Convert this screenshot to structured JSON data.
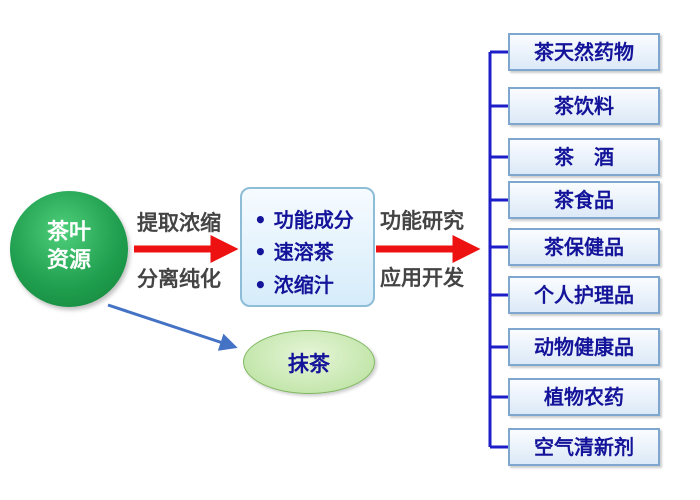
{
  "source": {
    "line1": "茶叶",
    "line2": "资源"
  },
  "process_labels": {
    "top": "提取浓缩",
    "bottom": "分离纯化"
  },
  "components": [
    "• 功能成分",
    "• 速溶茶",
    "• 浓缩汁"
  ],
  "research_labels": {
    "top": "功能研究",
    "bottom": "应用开发"
  },
  "matcha": "抹茶",
  "products": [
    "茶天然药物",
    "茶饮料",
    "茶　酒",
    "茶食品",
    "茶保健品",
    "个人护理品",
    "动物健康品",
    "植物农药",
    "空气清新剂"
  ],
  "colors": {
    "arrow_red": "#ee1111",
    "arrow_blue": "#4472c4",
    "bracket": "#1e1ec8",
    "text_blue": "#14149a",
    "circle_green": "#20a050"
  }
}
